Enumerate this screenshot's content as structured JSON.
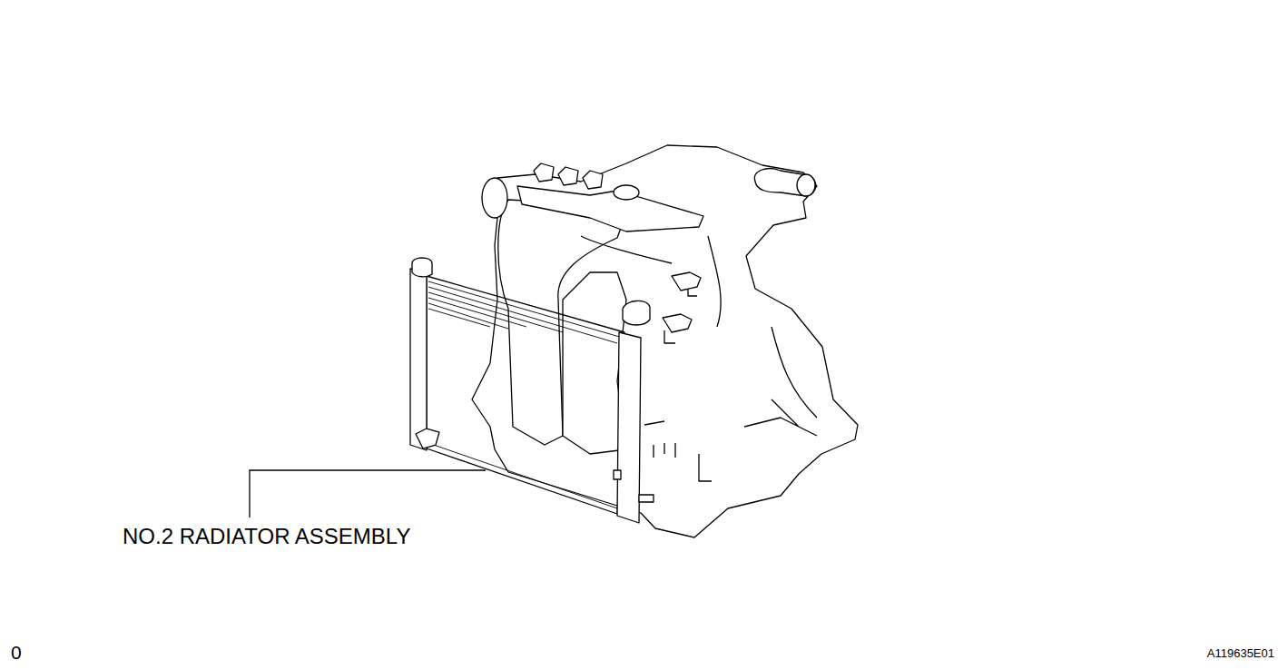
{
  "diagram": {
    "labels": [
      "NO.2 RADIATOR ASSEMBLY",
      "0",
      "A119635E01"
    ]
  }
}
